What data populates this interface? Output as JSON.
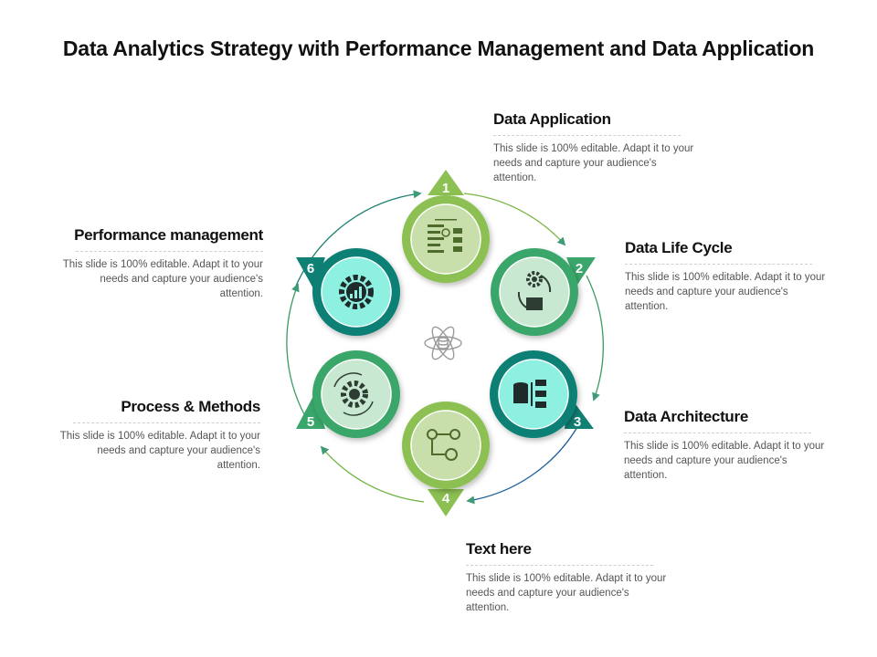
{
  "title": "Data Analytics Strategy with Performance Management and Data Application",
  "steps": [
    {
      "number": "1",
      "heading": "Data  Application",
      "text": "This slide is 100% editable. Adapt  it to your needs and capture your audience's attention.",
      "icon": "dashboard-report-icon"
    },
    {
      "number": "2",
      "heading": "Data Life Cycle",
      "text": "This slide is 100% editable. Adapt  it to your needs and capture your audience's attention.",
      "icon": "gear-cycle-box-icon"
    },
    {
      "number": "3",
      "heading": "Data Architecture",
      "text": "This slide is 100% editable. Adapt  it to your needs and capture your audience's attention.",
      "icon": "database-hierarchy-icon"
    },
    {
      "number": "4",
      "heading": "Text here",
      "text": "This slide is 100% editable. Adapt  it to your needs and capture your audience's attention.",
      "icon": "gears-flow-icon"
    },
    {
      "number": "5",
      "heading": "Process & Methods",
      "text": "This slide is 100% editable. Adapt  it to your needs and capture your audience's attention.",
      "icon": "gear-refresh-icon"
    },
    {
      "number": "6",
      "heading": "Performance management",
      "text": "This slide is 100% editable. Adapt  it to your needs and capture your audience's attention.",
      "icon": "gear-chart-icon"
    }
  ],
  "colors": {
    "light_green": "#8cc052",
    "mid_green": "#3aa66b",
    "teal": "#0f8074",
    "arrow": "#4aa57c"
  },
  "center_icon": "atom-database-icon"
}
